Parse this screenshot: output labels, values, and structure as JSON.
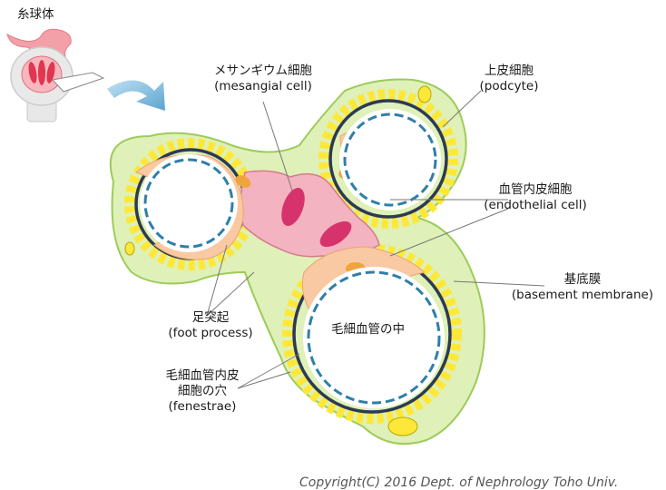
{
  "labels": {
    "glomerulus": "糸球体",
    "mesangial_jp": "メサンギウム細胞",
    "mesangial_en": "(mesangial cell)",
    "podocyte_jp": "上皮細胞",
    "podocyte_en": "(podcyte)",
    "endothelial_jp": "血管内皮細胞",
    "endothelial_en": "(endothelial cell)",
    "basement_jp": "基底膜",
    "basement_en": "(basement membrane)",
    "lumen_jp": "毛細血管の中",
    "foot_jp": "足突起",
    "foot_en": "(foot process)",
    "fenestrae_jp_1": "毛細血管内皮",
    "fenestrae_jp_2": "細胞の穴",
    "fenestrae_en": "(fenestrae)"
  },
  "copyright": "Copyright(C) 2016 Dept. of Nephrology Toho Univ.",
  "colors": {
    "podocyte_fill": "#dff0b8",
    "podocyte_edge": "#9ccc5a",
    "foot_process_yellow": "#fde83a",
    "membrane_dark": "#2b3a55",
    "endothelium_dash": "#2e7fa8",
    "mesangial_fill": "#f4b3c0",
    "mesangial_nucleus": "#d6336c",
    "endothelial_fill": "#f9c9a3",
    "endothelial_nucleus": "#f0a43e",
    "arrow_blue": "#5aa4cf"
  }
}
